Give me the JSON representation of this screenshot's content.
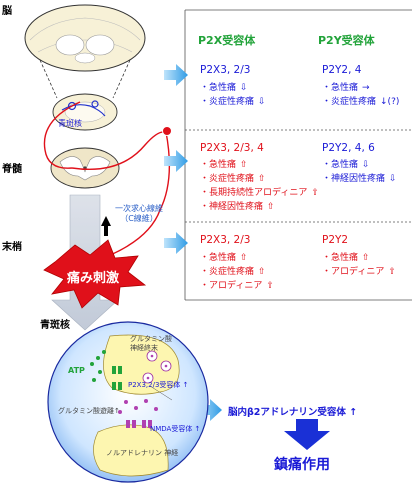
{
  "regions": {
    "brain": "脳",
    "spinal": "脊髄",
    "peripheral": "末梢",
    "lc_nucleus": "青斑核"
  },
  "brain_label": "青斑核",
  "fiber_label": {
    "line1": "一次求心線維",
    "line2": "（C線維）"
  },
  "pain_stimulus": "痛み刺激",
  "headers": {
    "p2x": "P2X受容体",
    "p2y": "P2Y受容体"
  },
  "brain_row": {
    "p2x_title": "P2X3, 2/3",
    "p2x_items": [
      {
        "text": "・急性痛",
        "arrow": "⇩"
      },
      {
        "text": "・炎症性疼痛",
        "arrow": "⇩"
      }
    ],
    "p2y_title": "P2Y2, 4",
    "p2y_items": [
      {
        "text": "・急性痛",
        "arrow": "→"
      },
      {
        "text": "・炎症性疼痛",
        "arrow": "↓(?)"
      }
    ]
  },
  "spinal_row": {
    "p2x_title": "P2X3, 2/3, 4",
    "p2x_items": [
      {
        "text": "・急性痛",
        "arrow": "⇧"
      },
      {
        "text": "・炎症性疼痛",
        "arrow": "⇧"
      },
      {
        "text": "・長期持続性アロディニア",
        "arrow": "⇧"
      },
      {
        "text": "・神経因性疼痛",
        "arrow": "⇧"
      }
    ],
    "p2y_title": "P2Y2, 4, 6",
    "p2y_items": [
      {
        "text": "・急性痛",
        "arrow": "⇩"
      },
      {
        "text": "・神経因性疼痛",
        "arrow": "⇩"
      }
    ]
  },
  "peripheral_row": {
    "p2x_title": "P2X3, 2/3",
    "p2x_items": [
      {
        "text": "・急性痛",
        "arrow": "⇧"
      },
      {
        "text": "・炎症性疼痛",
        "arrow": "⇧"
      },
      {
        "text": "・アロディニア",
        "arrow": "⇧"
      }
    ],
    "p2y_title": "P2Y2",
    "p2y_items": [
      {
        "text": "・急性痛",
        "arrow": "⇧"
      },
      {
        "text": "・アロディニア",
        "arrow": "⇧"
      }
    ]
  },
  "synapse": {
    "glutamate_terminal": "グルタミン酸",
    "nerve_terminal": "神経終末",
    "atp": "ATP",
    "p2x_receptor": "P2X3,2/3受容体 ↑",
    "glutamate_release": "グルタミン酸遊離↑",
    "nmda": "NMDA受容体 ↑",
    "noradrenergic": "ノルアドレナリン 神経"
  },
  "result_text": "脳内β2アドレナリン受容体 ↑",
  "analgesia": "鎮痛作用",
  "colors": {
    "p2x_header": "#22a33a",
    "blue_text": "#1a1ad6",
    "red_text": "#e0101a",
    "arrow_blue": "#3aa0e8",
    "pain_red": "#e0101a"
  }
}
